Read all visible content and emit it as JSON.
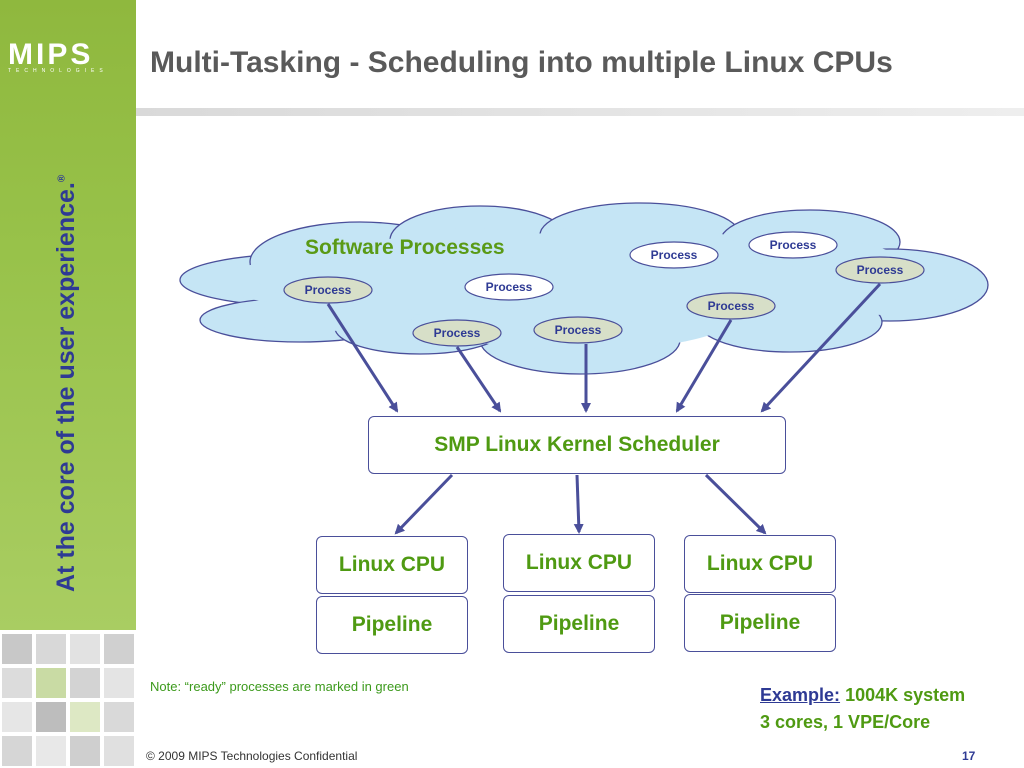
{
  "logo": {
    "main": "MIPS",
    "sub": "TECHNOLOGIES"
  },
  "tagline": {
    "text": "At the core of the user experience.",
    "mark": "®"
  },
  "title": "Multi-Tasking - Scheduling into multiple Linux CPUs",
  "cloud": {
    "label": "Software Processes"
  },
  "processes": [
    {
      "label": "Process",
      "ready": true
    },
    {
      "label": "Process",
      "ready": false
    },
    {
      "label": "Process",
      "ready": true
    },
    {
      "label": "Process",
      "ready": true
    },
    {
      "label": "Process",
      "ready": false
    },
    {
      "label": "Process",
      "ready": false
    },
    {
      "label": "Process",
      "ready": true
    },
    {
      "label": "Process",
      "ready": true
    }
  ],
  "scheduler": {
    "label": "SMP Linux Kernel Scheduler"
  },
  "cpus": [
    {
      "cpu": "Linux CPU",
      "pipeline": "Pipeline"
    },
    {
      "cpu": "Linux CPU",
      "pipeline": "Pipeline"
    },
    {
      "cpu": "Linux CPU",
      "pipeline": "Pipeline"
    }
  ],
  "note": "Note: “ready” processes are marked in green",
  "example": {
    "label": "Example:",
    "line1": "1004K system",
    "line2": "3 cores, 1 VPE/Core"
  },
  "footer": "© 2009 MIPS Technologies Confidential",
  "page_number": "17",
  "colors": {
    "sidebar_green": "#98c24a",
    "accent_blue": "#2e3a94",
    "text_green": "#4f9a12",
    "cloud_fill": "#c5e5f5",
    "ready_fill": "#d7dfc8",
    "arrow": "#4a4f9a"
  }
}
